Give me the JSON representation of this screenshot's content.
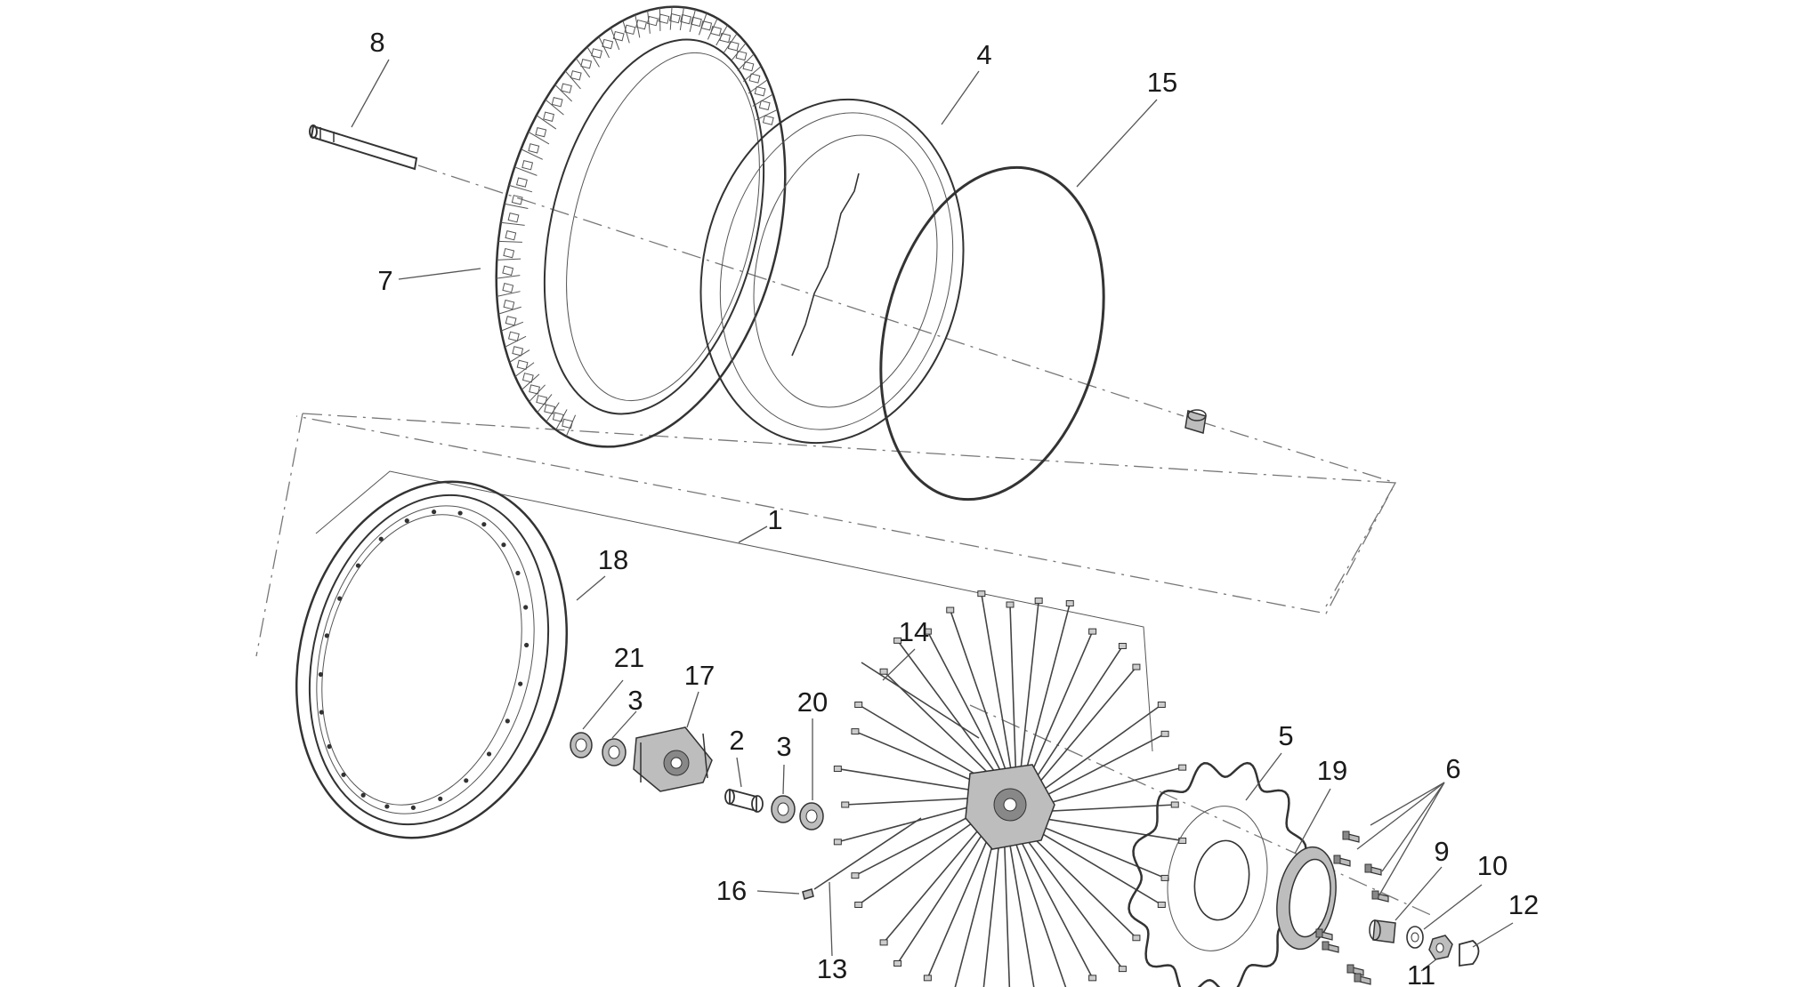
{
  "callouts": [
    {
      "n": "8",
      "label": "8"
    },
    {
      "n": "4",
      "label": "4"
    },
    {
      "n": "15",
      "label": "15"
    },
    {
      "n": "7",
      "label": "7"
    },
    {
      "n": "1",
      "label": "1"
    },
    {
      "n": "18",
      "label": "18"
    },
    {
      "n": "14",
      "label": "14"
    },
    {
      "n": "21",
      "label": "21"
    },
    {
      "n": "17",
      "label": "17"
    },
    {
      "n": "3a",
      "label": "3"
    },
    {
      "n": "2",
      "label": "2"
    },
    {
      "n": "3b",
      "label": "3"
    },
    {
      "n": "20",
      "label": "20"
    },
    {
      "n": "5",
      "label": "5"
    },
    {
      "n": "19",
      "label": "19"
    },
    {
      "n": "6",
      "label": "6"
    },
    {
      "n": "9",
      "label": "9"
    },
    {
      "n": "10",
      "label": "10"
    },
    {
      "n": "12",
      "label": "12"
    },
    {
      "n": "16",
      "label": "16"
    },
    {
      "n": "13",
      "label": "13"
    },
    {
      "n": "11",
      "label": "11"
    }
  ]
}
